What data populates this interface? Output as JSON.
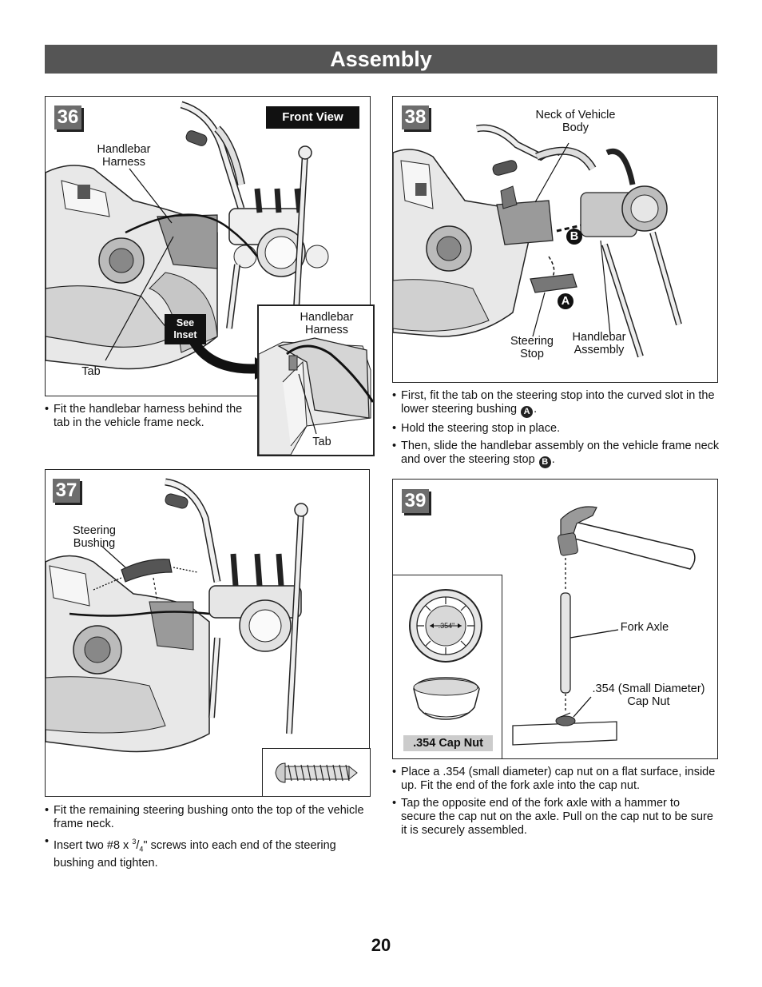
{
  "header": {
    "title": "Assembly"
  },
  "steps": {
    "s36": {
      "number": "36",
      "front_view": "Front View",
      "label_harness": "Handlebar Harness",
      "label_tab": "Tab",
      "see_inset": "See Inset",
      "inset_harness": "Handlebar Harness",
      "inset_tab": "Tab",
      "note1": "Fit the handlebar harness behind the tab in the vehicle frame neck."
    },
    "s37": {
      "number": "37",
      "label_bushing": "Steering Bushing",
      "note1": "Fit the remaining steering bushing onto the top of the vehicle frame neck.",
      "note2_a": "Insert two #8 x ",
      "note2_num": "3",
      "note2_den": "4",
      "note2_b": "\" screws into each end of the steering bushing and tighten."
    },
    "s38": {
      "number": "38",
      "label_neck": "Neck of Vehicle Body",
      "label_stop": "Steering Stop",
      "label_assembly": "Handlebar Assembly",
      "marker_a": "A",
      "marker_b": "B",
      "note1": "First, fit the tab on the steering stop into the curved slot in the lower steering bushing",
      "note2": "Hold the steering stop in place.",
      "note3": "Then, slide the handlebar assembly on the vehicle frame neck and over the steering stop"
    },
    "s39": {
      "number": "39",
      "cap_size": ".354\"",
      "cap_caption": ".354 Cap Nut",
      "label_axle": "Fork Axle",
      "label_capnut": ".354 (Small Diameter) Cap Nut",
      "note1": "Place a .354 (small diameter) cap nut on a flat surface, inside up. Fit the end of the fork axle into the cap nut.",
      "note2": "Tap the opposite end of the fork axle with a hammer to secure the cap nut on the axle. Pull on the cap nut to be sure it is securely assembled."
    }
  },
  "footer": {
    "page_number": "20"
  }
}
